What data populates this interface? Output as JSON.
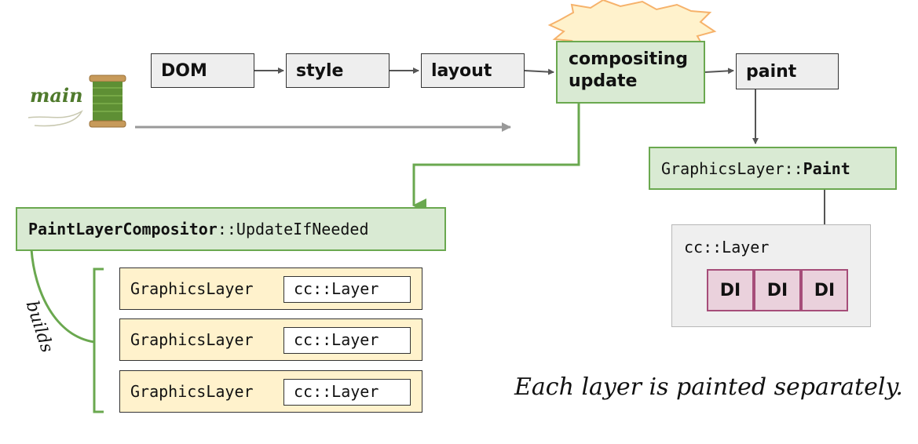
{
  "pipeline": {
    "main_label": "main",
    "stages": {
      "dom": "DOM",
      "style": "style",
      "layout": "layout",
      "compositing_line1": "compositing",
      "compositing_line2": "update",
      "paint": "paint"
    }
  },
  "graphics_layer_paint": {
    "class_part": "GraphicsLayer::",
    "method_part": "Paint"
  },
  "compositor": {
    "class_part": "PaintLayerCompositor",
    "method_part": "::UpdateIfNeeded",
    "builds_label": "builds",
    "layers": [
      {
        "name": "GraphicsLayer",
        "inner": "cc::Layer"
      },
      {
        "name": "GraphicsLayer",
        "inner": "cc::Layer"
      },
      {
        "name": "GraphicsLayer",
        "inner": "cc::Layer"
      }
    ]
  },
  "cc_layer": {
    "label": "cc::Layer",
    "display_items": [
      "DI",
      "DI",
      "DI"
    ]
  },
  "caption": "Each layer is painted separately.",
  "colors": {
    "stage_fill": "#eeeeee",
    "green_fill": "#d9ead3",
    "green_border": "#6aa84f",
    "layer_fill": "#fff2cc",
    "di_fill": "#ead1dc",
    "di_border": "#a64d79",
    "burst_fill": "#fff2cc",
    "burst_stroke": "#f6b26b"
  },
  "icons": {
    "spool": "thread-spool-icon",
    "burst": "starburst-icon"
  }
}
